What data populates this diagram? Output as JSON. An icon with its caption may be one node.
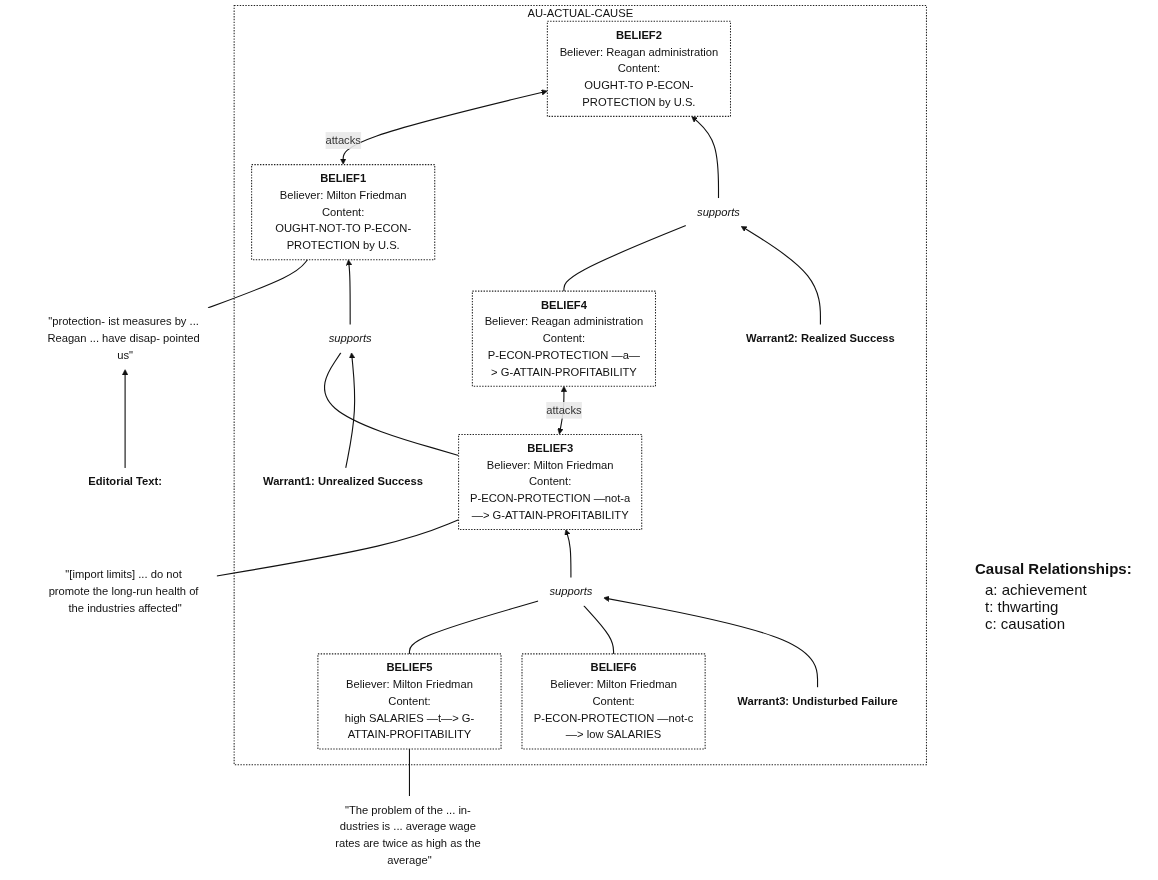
{
  "diagram": {
    "nodes": [
      {
        "text": [
          "Editorial Text:"
        ]
      },
      {
        "text": [
          "\"protection- ist measures by ... Reagan ... have disap- pointed us\""
        ]
      },
      {
        "text": [
          "\"[import limits] ... do not promote the long-run health of the industries affected\""
        ]
      },
      {
        "text": [
          "\"The problem of the ... in- dustries is ... average wage rates are twice as high as the average\""
        ]
      },
      {
        "text": [
          "AU-ACTUAL-CAUSE"
        ]
      },
      {
        "text": [
          "BELIEF1",
          "Believer: Milton Friedman",
          "Content:",
          "OUGHT-NOT-TO P-ECON-PROTECTION by U.S."
        ],
        "in": 4
      },
      {
        "text": [
          "BELIEF2",
          "Believer: Reagan administration",
          "Content:",
          "OUGHT-TO P-ECON-PROTECTION by U.S."
        ],
        "in": 4
      },
      {
        "text": [
          "supports"
        ],
        "in": 4
      },
      {
        "text": [
          "Warrant1: Unrealized Success"
        ],
        "in": 4
      },
      {
        "text": [
          "supports"
        ],
        "in": 4
      },
      {
        "text": [
          "Warrant2: Realized Success"
        ],
        "in": 4
      },
      {
        "text": [
          "BELIEF3",
          "Believer: Milton Friedman",
          "Content:",
          "P-ECON-PROTECTION —not-a—> G-ATTAIN-PROFITABILITY"
        ],
        "in": 4
      },
      {
        "text": [
          "BELIEF4",
          "Believer: Reagan administration",
          "Content:",
          "P-ECON-PROTECTION —a—> G-ATTAIN-PROFITABILITY"
        ],
        "in": 4
      },
      {
        "text": [
          "supports"
        ],
        "in": 4
      },
      {
        "text": [
          "Warrant3: Undisturbed Failure"
        ],
        "in": 4
      },
      {
        "text": [
          "BELIEF5",
          "Believer: Milton Friedman",
          "Content:",
          "high SALARIES —t—> G-ATTAIN-PROFITABILITY"
        ],
        "in": 4
      },
      {
        "text": [
          "BELIEF6",
          "Believer: Milton Friedman",
          "Content:",
          "P-ECON-PROTECTION —not-c—> low SALARIES"
        ],
        "in": 4
      }
    ],
    "edges": [
      {
        "from": 0,
        "to": 1,
        "arrow": "to"
      },
      {
        "from": 1,
        "to": 5,
        "arrow": "none"
      },
      {
        "from": 5,
        "to": 6,
        "label": "attacks",
        "arrow": "both"
      },
      {
        "from": 11,
        "to": 7,
        "arrow": "none"
      },
      {
        "from": 7,
        "to": 5,
        "arrow": "to"
      },
      {
        "from": 8,
        "to": 7,
        "arrow": "to"
      },
      {
        "from": 12,
        "to": 9,
        "arrow": "none"
      },
      {
        "from": 9,
        "to": 6,
        "arrow": "to"
      },
      {
        "from": 10,
        "to": 9,
        "arrow": "to"
      },
      {
        "from": 2,
        "to": 11,
        "arrow": "none"
      },
      {
        "from": 11,
        "to": 12,
        "label": "attacks",
        "arrow": "both"
      },
      {
        "from": 15,
        "to": 13,
        "arrow": "none"
      },
      {
        "from": 16,
        "to": 13,
        "arrow": "none"
      },
      {
        "from": 13,
        "to": 11,
        "arrow": "to"
      },
      {
        "from": 14,
        "to": 13,
        "arrow": "to"
      },
      {
        "from": 3,
        "to": 15,
        "arrow": "none"
      }
    ],
    "labels": [
      "Causal Relationships:",
      "a: achievement",
      "t: thwarting",
      "c: causation"
    ]
  }
}
